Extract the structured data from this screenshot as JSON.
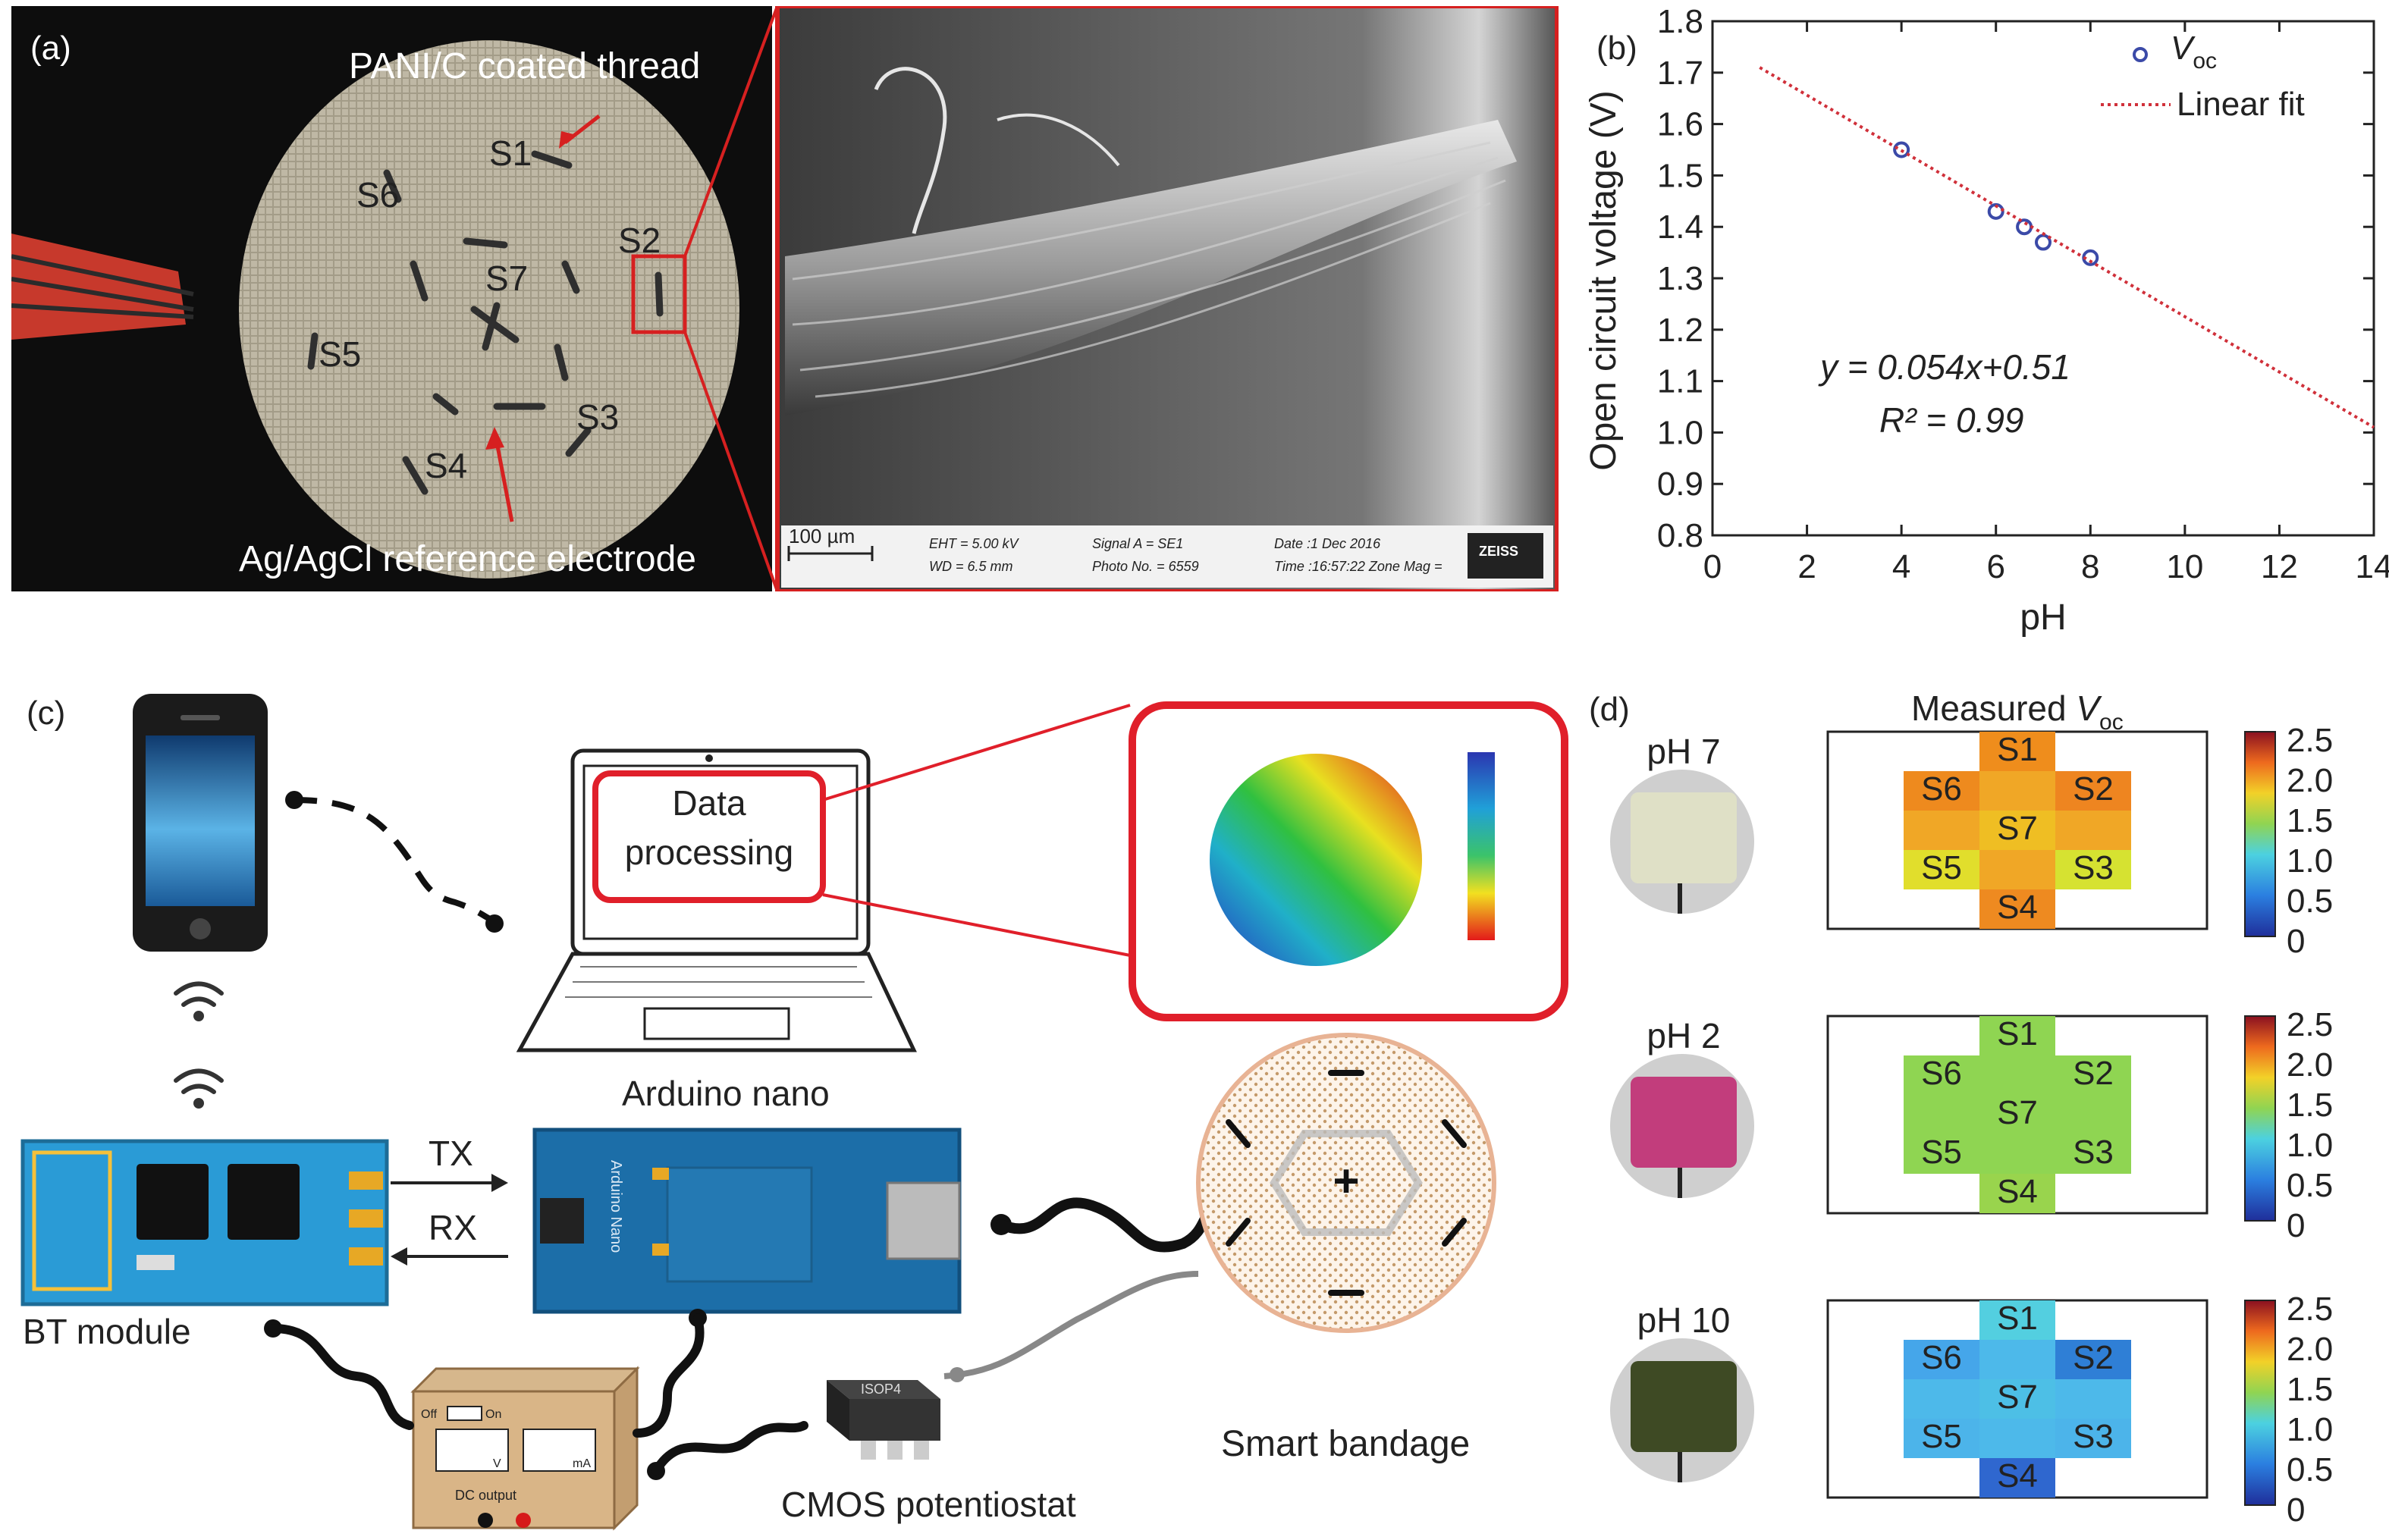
{
  "panel_a": {
    "label": "(a)",
    "thread_label": "PANI/C coated thread",
    "reference_label": "Ag/AgCl reference electrode",
    "electrodes": [
      "S1",
      "S2",
      "S3",
      "S4",
      "S5",
      "S6",
      "S7"
    ],
    "sem": {
      "scale": "100 µm",
      "eht": "EHT = 5.00 kV",
      "wd": "WD = 6.5 mm",
      "signal": "Signal A = SE1",
      "photo": "Photo No. = 6559",
      "date": "Date :1 Dec 2016",
      "time": "Time :16:57:22 Zone Mag =",
      "logo": "ZEISS"
    }
  },
  "panel_b": {
    "label": "(b)",
    "equation": "y = 0.054x+0.51",
    "r2": "R² = 0.99"
  },
  "chart_data": {
    "type": "scatter",
    "xlabel": "pH",
    "ylabel": "Open circuit voltage (V)",
    "xlim": [
      0,
      14
    ],
    "ylim": [
      0.8,
      1.8
    ],
    "xticks": [
      0,
      2,
      4,
      6,
      8,
      10,
      12,
      14
    ],
    "yticks": [
      0.8,
      0.9,
      1.0,
      1.1,
      1.2,
      1.3,
      1.4,
      1.5,
      1.6,
      1.7,
      1.8
    ],
    "legend_position": "top-right",
    "series": [
      {
        "name": "Voc",
        "kind": "marker",
        "color": "#3b4aa8",
        "x": [
          4,
          6,
          6.6,
          7,
          8
        ],
        "y": [
          1.55,
          1.43,
          1.4,
          1.37,
          1.34
        ]
      },
      {
        "name": "Linear fit",
        "kind": "dotted-line",
        "color": "#d0303a",
        "x": [
          1,
          14
        ],
        "y": [
          1.71,
          1.01
        ]
      }
    ]
  },
  "panel_c": {
    "label": "(c)",
    "data_processing_line1": "Data",
    "data_processing_line2": "processing",
    "arduino_label": "Arduino nano",
    "arduino_board_text": "Arduino Nano",
    "tx": "TX",
    "rx": "RX",
    "bt_label": "BT module",
    "cmos_label": "CMOS potentiostat",
    "bandage_label": "Smart bandage",
    "psu_off": "Off",
    "psu_on": "On",
    "psu_v": "V",
    "psu_ma": "mA",
    "psu_dc": "DC output",
    "chip_text": "ISOP4"
  },
  "panel_d": {
    "label": "(d)",
    "title": "Measured Voc",
    "colorbar_ticks": [
      "2.5",
      "2.0",
      "1.5",
      "1.0",
      "0.5",
      "0"
    ],
    "maps": [
      {
        "ph": "pH 7",
        "swatch": "#dfe0c6",
        "cells": {
          "S1": "#ef8d1c",
          "S2": "#ee8520",
          "S3": "#d6e231",
          "S4": "#ee8a20",
          "S5": "#e1de2c",
          "S6": "#ee8a1e",
          "S7": "#efbe23"
        },
        "fill": "#f0a726"
      },
      {
        "ph": "pH 2",
        "swatch": "#c23d7c",
        "cells": {
          "S1": "#8fd552",
          "S2": "#8fd552",
          "S3": "#8fd552",
          "S4": "#99d44d",
          "S5": "#8fd552",
          "S6": "#8fd552",
          "S7": "#8fd552"
        },
        "fill": "#8fd552"
      },
      {
        "ph": "pH 10",
        "swatch": "#3e4a24",
        "cells": {
          "S1": "#53cfe0",
          "S2": "#2f7fd6",
          "S3": "#4cb4ea",
          "S4": "#2f67cf",
          "S5": "#4cb4ea",
          "S6": "#45a6ea",
          "S7": "#4dbfe6"
        },
        "fill": "#4db9ea"
      }
    ]
  }
}
